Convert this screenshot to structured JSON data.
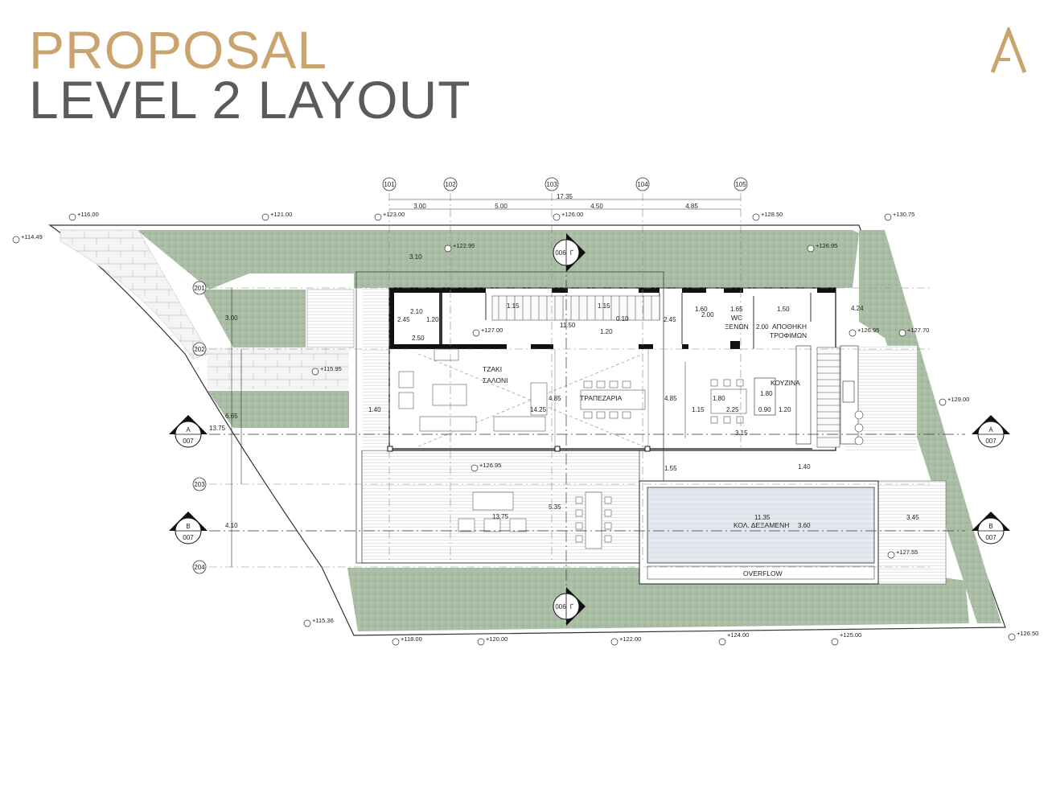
{
  "title": {
    "line1": "PROPOSAL",
    "line2": "LEVEL 2 LAYOUT"
  },
  "colors": {
    "gold": "#c9a46f",
    "dark": "#5d5b57",
    "landscape": "#9fb79a",
    "pool": "#dfe6ee"
  },
  "grid_columns": [
    "101",
    "102",
    "103",
    "104",
    "105"
  ],
  "grid_rows": [
    "201",
    "202",
    "203",
    "204"
  ],
  "top_dims": {
    "total": "17.35",
    "d1": "3.00",
    "d2": "5.00",
    "d3": "4.50",
    "d4": "4.85"
  },
  "levels": {
    "l116": "+116.00",
    "l121": "+121.00",
    "l123": "+123.00",
    "l126": "+126.00",
    "l128_5": "+128.50",
    "l130_75": "+130.75",
    "l114_49": "+114.49",
    "l122_95": "+122.95",
    "l126_95a": "+126.95",
    "l127": "+127.00",
    "l126_95b": "+126.95",
    "l127_70": "+127.70",
    "l115_95": "+115.95",
    "l129": "+129.00",
    "l126_95c": "+126.95",
    "l127_55": "+127.55",
    "l115_36": "+115.36",
    "l118": "+118.00",
    "l120": "+120.00",
    "l122": "+122.00",
    "l124": "+124.00",
    "l125": "+125.00",
    "l126_50": "+126.50"
  },
  "dims": {
    "a": "3.10",
    "b": "3.00",
    "c": "6.65",
    "d": "13.75",
    "e": "4.10",
    "f": "1.40",
    "g": "2.10",
    "h": "2.45",
    "i": "1.20",
    "j": "2.50",
    "k": "1.15",
    "l": "1.15",
    "m": "0.10",
    "n": "11.50",
    "o": "1.20",
    "p": "2.45",
    "q": "1.60",
    "r": "2.00",
    "s": "1.65",
    "t": "1.50",
    "u": "2.00",
    "v": "4.24",
    "w": "4.85",
    "x": "14.25",
    "y": "4.85",
    "z": "1.80",
    "aa": "1.80",
    "ab": "1.15",
    "ac": "2.25",
    "ad": "0.90",
    "ae": "1.20",
    "af": "3.15",
    "ag": "1.55",
    "ah": "1.40",
    "ai": "5.35",
    "aj": "13.75",
    "ak": "11.35",
    "al": "3.60",
    "am": "3.45"
  },
  "rooms": {
    "fireplace": "ΤΖΑΚΙ",
    "living": "ΣΑΛΟΝΙ",
    "dining": "ΤΡΑΠΕΖΑΡΙΑ",
    "kitchen": "ΚΟΥΖΙΝΑ",
    "wc": "WC",
    "guest": "ΞΕΝΩΝ",
    "storage1": "ΑΠΟΘΗΚΗ",
    "storage2": "ΤΡΟΦΙΜΩΝ",
    "pool": "ΚΟΛ. ΔΕΞΑΜΕΝΗ",
    "overflow": "OVERFLOW"
  },
  "sections": {
    "a_letter": "A",
    "b_letter": "B",
    "g_letter": "Γ",
    "ref": "007",
    "ref_g": "006"
  }
}
